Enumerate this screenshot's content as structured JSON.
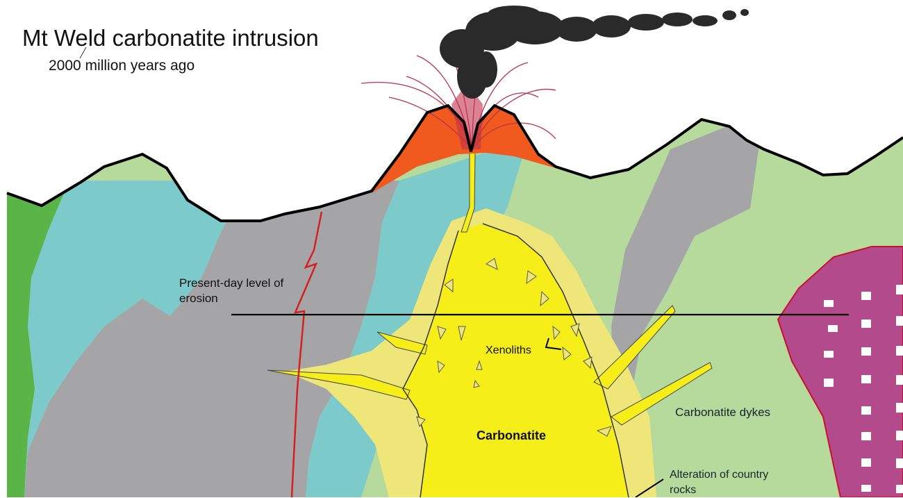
{
  "title": "Mt Weld carbonatite intrusion",
  "subtitle": "2000 million years ago",
  "labels": {
    "erosion": "Present-day level of erosion",
    "xenoliths": "Xenoliths",
    "carbonatite": "Carbonatite",
    "dykes": "Carbonatite dykes",
    "alteration": "Alteration of country rocks"
  },
  "colors": {
    "sky": "#ffffff",
    "teal_rock": "#7ccaca",
    "grey_rock": "#a5a5a7",
    "light_green_rock": "#b6d99c",
    "green_rock": "#5ab448",
    "carbonatite": "#f6ee18",
    "alteration_halo": "#efe67a",
    "lava": "#f05a1e",
    "intrusion": "#b24a8c",
    "smoke": "#2a2a2a",
    "fault": "#d42020",
    "ejecta": "#b8324a",
    "erosion_line": "#000000"
  }
}
